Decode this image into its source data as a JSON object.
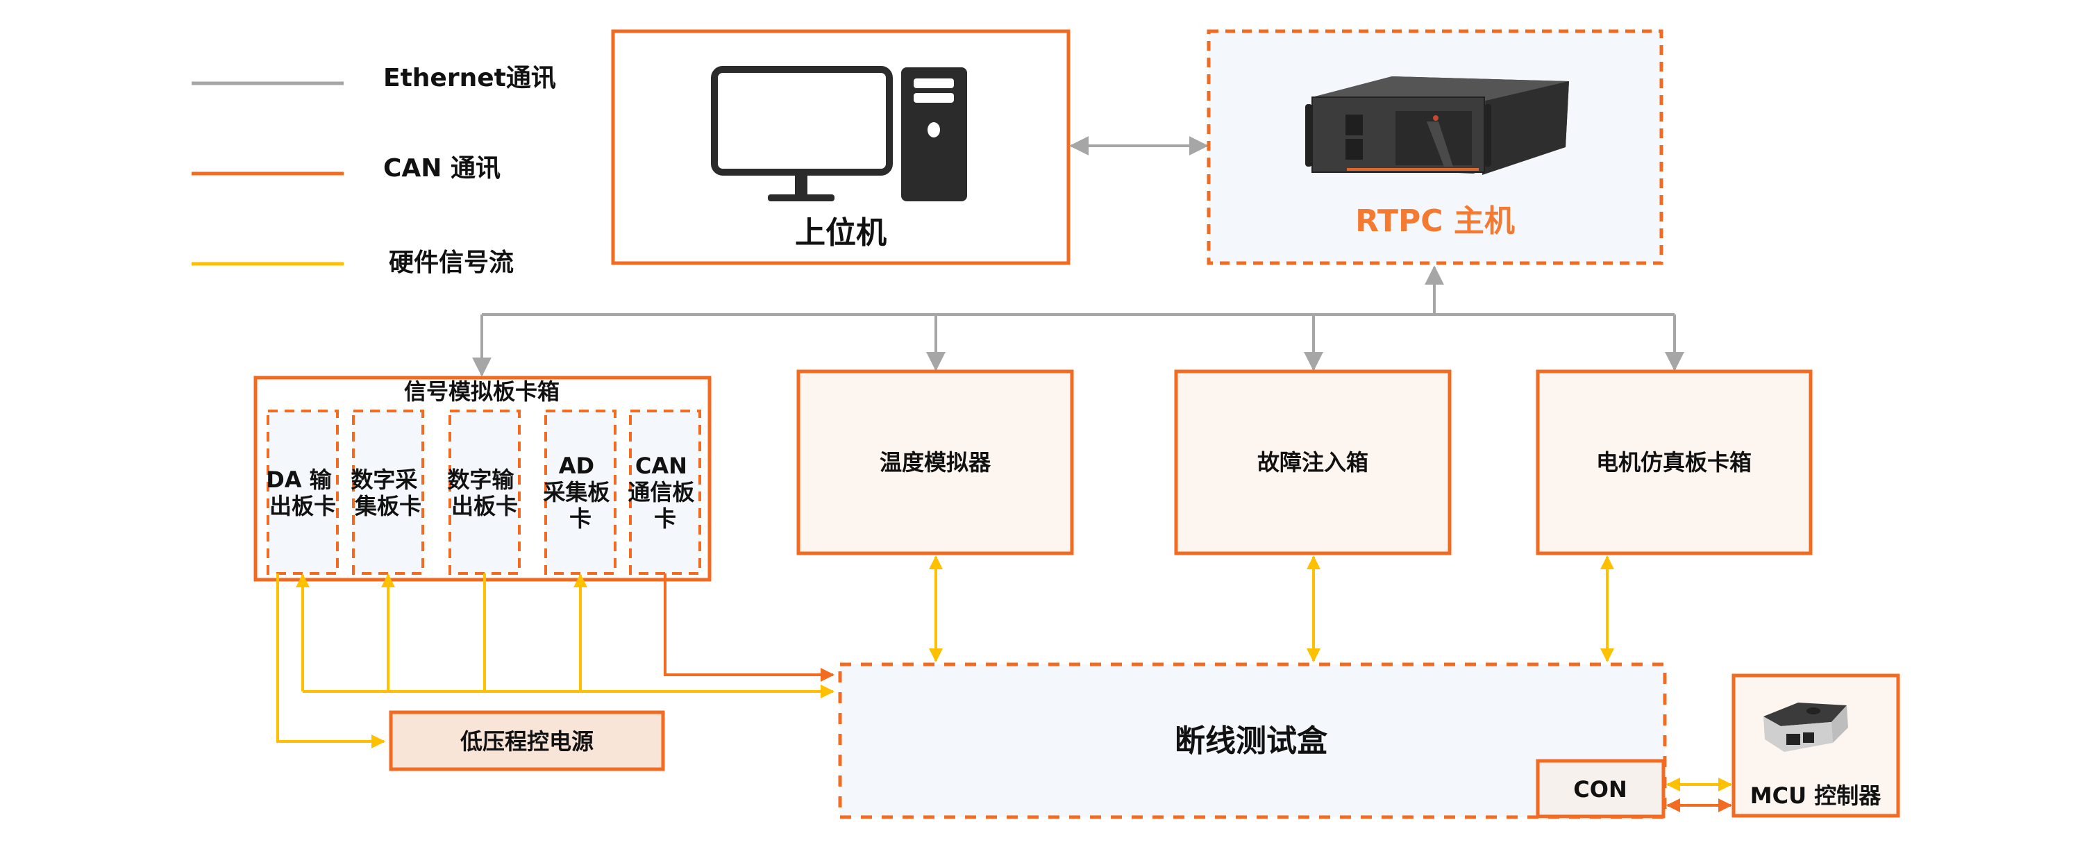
{
  "colors": {
    "ethernet": "#a6a6a6",
    "can": "#f26b21",
    "hardware": "#ffc000",
    "box_border": "#f26b21",
    "light_box_fill": "#f4f7fb",
    "warm_box_fill": "#fdf6f0",
    "power_fill": "#f8e5d8"
  },
  "legend": [
    {
      "label": "Ethernet通讯",
      "line": "ethernet"
    },
    {
      "label": "CAN 通讯",
      "line": "can"
    },
    {
      "label": "硬件信号流",
      "line": "hardware"
    }
  ],
  "nodes": {
    "host_pc": {
      "label": "上位机",
      "icon": "desktop-computer-icon"
    },
    "rtpc": {
      "label": "RTPC 主机",
      "icon": "rack-server-icon"
    },
    "card_box": {
      "label": "信号模拟板卡箱",
      "cards": [
        {
          "lines": [
            "DA 输",
            "出板卡"
          ]
        },
        {
          "lines": [
            "数字采",
            "集板卡"
          ]
        },
        {
          "lines": [
            "数字输",
            "出板卡"
          ]
        },
        {
          "lines": [
            "AD",
            "采集板",
            "卡"
          ]
        },
        {
          "lines": [
            "CAN",
            "通信板",
            "卡"
          ]
        }
      ]
    },
    "temp_sim": {
      "label": "温度模拟器"
    },
    "fault_box": {
      "label": "故障注入箱"
    },
    "motor_box": {
      "label": "电机仿真板卡箱"
    },
    "breakout_box": {
      "label": "断线测试盒"
    },
    "con": {
      "label": "CON"
    },
    "mcu": {
      "label": "MCU 控制器",
      "icon": "controller-unit-icon"
    },
    "power": {
      "label": "低压程控电源"
    }
  }
}
